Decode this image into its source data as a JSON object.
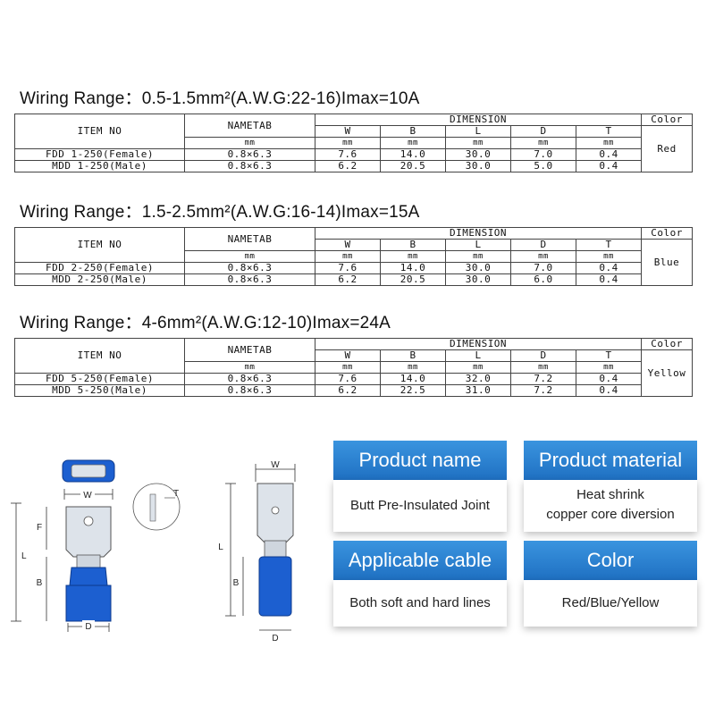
{
  "tables": [
    {
      "title": "Wiring Range：0.5-1.5mm²(A.W.G:22-16)Imax=10A",
      "color": "Red",
      "rows": [
        {
          "item": "FDD 1-250(Female)",
          "nametab": "0.8×6.3",
          "w": "7.6",
          "b": "14.0",
          "l": "30.0",
          "d": "7.0",
          "t": "0.4"
        },
        {
          "item": "MDD 1-250(Male)",
          "nametab": "0.8×6.3",
          "w": "6.2",
          "b": "20.5",
          "l": "30.0",
          "d": "5.0",
          "t": "0.4"
        }
      ]
    },
    {
      "title": "Wiring Range：1.5-2.5mm²(A.W.G:16-14)Imax=15A",
      "color": "Blue",
      "rows": [
        {
          "item": "FDD 2-250(Female)",
          "nametab": "0.8×6.3",
          "w": "7.6",
          "b": "14.0",
          "l": "30.0",
          "d": "7.0",
          "t": "0.4"
        },
        {
          "item": "MDD 2-250(Male)",
          "nametab": "0.8×6.3",
          "w": "6.2",
          "b": "20.5",
          "l": "30.0",
          "d": "6.0",
          "t": "0.4"
        }
      ]
    },
    {
      "title": "Wiring Range：4-6mm²(A.W.G:12-10)Imax=24A",
      "color": "Yellow",
      "rows": [
        {
          "item": "FDD 5-250(Female)",
          "nametab": "0.8×6.3",
          "w": "7.6",
          "b": "14.0",
          "l": "32.0",
          "d": "7.2",
          "t": "0.4"
        },
        {
          "item": "MDD 5-250(Male)",
          "nametab": "0.8×6.3",
          "w": "6.2",
          "b": "22.5",
          "l": "31.0",
          "d": "7.2",
          "t": "0.4"
        }
      ]
    }
  ],
  "headers": {
    "item": "ITEM NO",
    "nametab": "NAMETAB",
    "dimension": "DIMENSION",
    "color": "Color",
    "unit": "mm",
    "w": "W",
    "b": "B",
    "l": "L",
    "d": "D",
    "t": "T"
  },
  "panels": {
    "product_name": {
      "heading": "Product name",
      "value": "Butt Pre-Insulated Joint"
    },
    "product_material": {
      "heading": "Product material",
      "line1": "Heat shrink",
      "line2": "copper core diversion"
    },
    "applicable_cable": {
      "heading": "Applicable cable",
      "value": "Both soft and hard lines"
    },
    "color": {
      "heading": "Color",
      "value": "Red/Blue/Yellow"
    }
  },
  "diagram_labels": {
    "w": "W",
    "f": "F",
    "l": "L",
    "b": "B",
    "d": "D",
    "t": "T"
  },
  "colors": {
    "panel_blue": "#2a84d6",
    "terminal_blue": "#1c5fd0",
    "metal": "#dde3ea"
  }
}
